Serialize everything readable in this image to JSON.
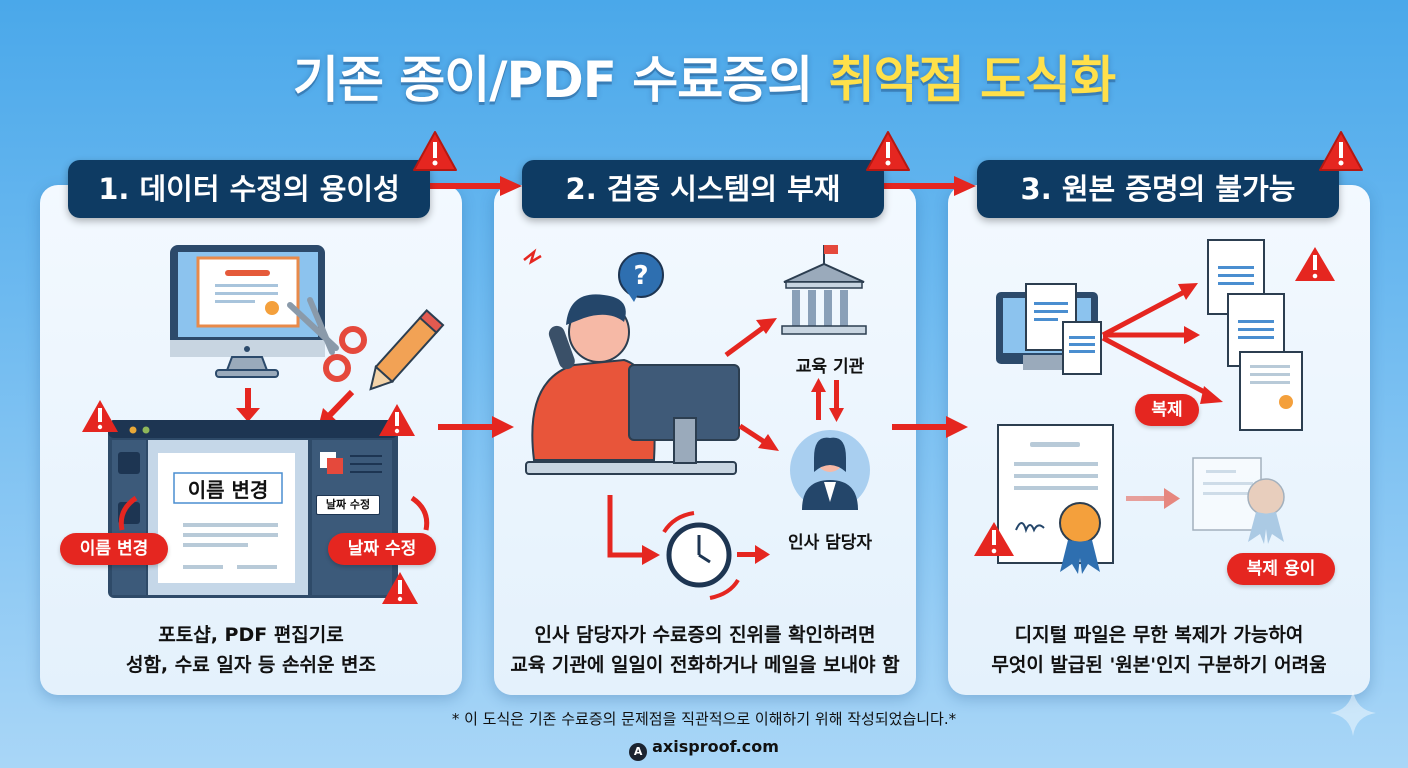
{
  "title": {
    "prefix": "기존 종이/PDF 수료증의 ",
    "highlight": "취약점 도식화"
  },
  "sections": [
    {
      "heading": "1. 데이터 수정의 용이성",
      "illustration": {
        "editor_box_text": "이름 변경",
        "panel_tag": "날짜 수정",
        "pill_left": "이름 변경",
        "pill_right": "날짜 수정"
      },
      "description": [
        "포토샵, PDF 편집기로",
        "성함, 수료 일자 등 손쉬운 변조"
      ]
    },
    {
      "heading": "2. 검증 시스템의 부재",
      "illustration": {
        "institution_label": "교육 기관",
        "hr_label": "인사 담당자",
        "question_mark": "?"
      },
      "description": [
        "인사 담당자가 수료증의 진위를 확인하려면",
        "교육 기관에 일일이 전화하거나 메일을 보내야 함"
      ]
    },
    {
      "heading": "3. 원본 증명의 불가능",
      "illustration": {
        "copy_pill": "복제",
        "easy_copy_pill": "복제 용이"
      },
      "description": [
        "디지털 파일은 무한 복제가 가능하여",
        "무엇이 발급된 '원본'인지 구분하기 어려움"
      ]
    }
  ],
  "footnote": "* 이 도식은 기존 수료증의 문제점을 직관적으로 이해하기 위해 작성되었습니다.*",
  "brand": {
    "logo_glyph": "A",
    "domain": "axisproof.com"
  },
  "icons": {
    "warning": "warning-triangle-icon",
    "arrow": "red-arrow-icon",
    "sparkle": "sparkle-icon"
  },
  "colors": {
    "background_top": "#4aa8ea",
    "badge": "#0e3b63",
    "highlight": "#ffe04a",
    "alert_red": "#e52620",
    "card": "#eef6fd"
  }
}
